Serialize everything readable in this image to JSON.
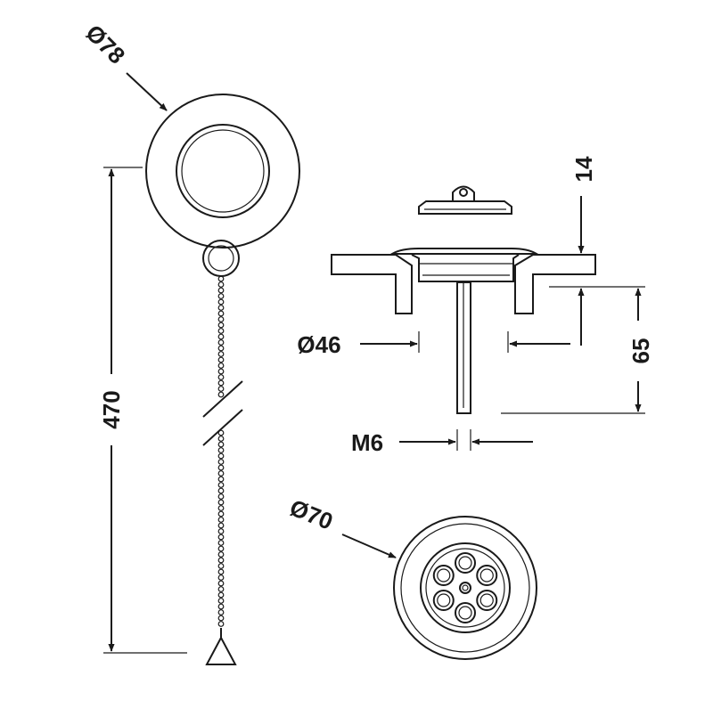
{
  "dimensions": {
    "plug_diameter": "Ø78",
    "chain_length": "470",
    "lid_height": "14",
    "waste_diameter": "Ø46",
    "waste_height": "65",
    "thread": "M6",
    "grid_diameter": "Ø70"
  },
  "colors": {
    "line": "#1a1a1a",
    "background": "#ffffff"
  }
}
